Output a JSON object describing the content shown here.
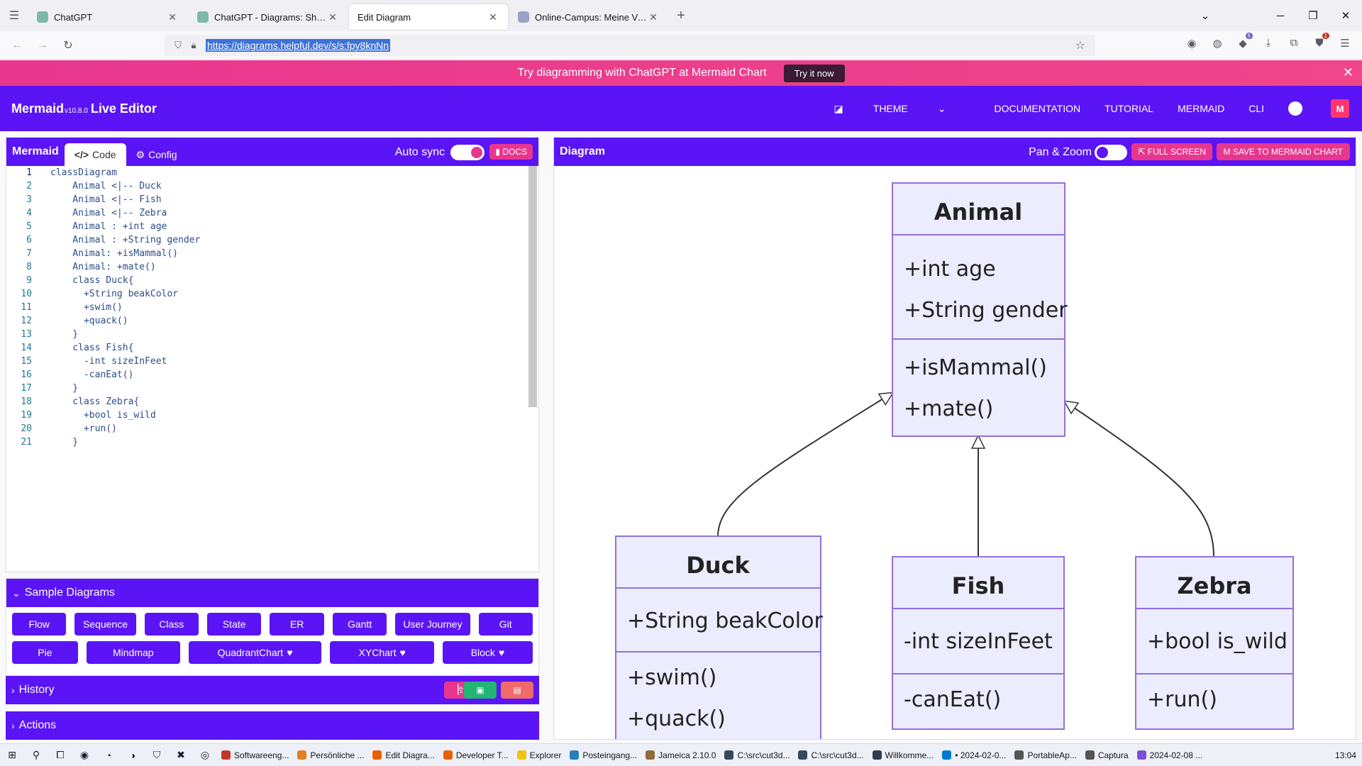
{
  "browser": {
    "tabs": [
      {
        "title": "ChatGPT",
        "color": "#7fb8a8",
        "active": false
      },
      {
        "title": "ChatGPT - Diagrams: Show Me",
        "color": "#7fb8a8",
        "active": false
      },
      {
        "title": "Edit Diagram",
        "color": "#ff3670",
        "active": true
      },
      {
        "title": "Online-Campus: Meine Veranst",
        "color": "#9aa3c7",
        "active": false
      }
    ],
    "url": "https://diagrams.helpful.dev/s/s:fpy8knNn",
    "badges": {
      "ext1": "6",
      "ext2": "1"
    }
  },
  "promo": {
    "text": "Try diagramming with ChatGPT at Mermaid Chart",
    "cta": "Try it now"
  },
  "header": {
    "brand": "Mermaid",
    "version": "v10.8.0",
    "subtitle": "Live Editor",
    "nav": {
      "theme": "THEME",
      "documentation": "DOCUMENTATION",
      "tutorial": "TUTORIAL",
      "mermaid": "MERMAID",
      "cli": "CLI"
    },
    "logo_letter": "M"
  },
  "editor": {
    "title": "Mermaid",
    "tab_code": "Code",
    "tab_config": "Config",
    "autosync_label": "Auto sync",
    "docs_label": "DOCS",
    "lines": [
      "classDiagram",
      "    Animal <|-- Duck",
      "    Animal <|-- Fish",
      "    Animal <|-- Zebra",
      "    Animal : +int age",
      "    Animal : +String gender",
      "    Animal: +isMammal()",
      "    Animal: +mate()",
      "    class Duck{",
      "      +String beakColor",
      "      +swim()",
      "      +quack()",
      "    }",
      "    class Fish{",
      "      -int sizeInFeet",
      "      -canEat()",
      "    }",
      "    class Zebra{",
      "      +bool is_wild",
      "      +run()",
      "    }"
    ]
  },
  "samples": {
    "title": "Sample Diagrams",
    "row1": [
      "Flow",
      "Sequence",
      "Class",
      "State",
      "ER",
      "Gantt",
      "User Journey",
      "Git"
    ],
    "row2": [
      "Pie",
      "Mindmap",
      "QuadrantChart",
      "XYChart",
      "Block"
    ]
  },
  "history": {
    "title": "History"
  },
  "actions": {
    "title": "Actions"
  },
  "diagram": {
    "title": "Diagram",
    "panzoom_label": "Pan & Zoom",
    "fullscreen_label": "FULL SCREEN",
    "save_label": "SAVE TO MERMAID CHART",
    "classes": {
      "animal": {
        "name": "Animal",
        "attrs": [
          "+int age",
          "+String gender"
        ],
        "methods": [
          "+isMammal()",
          "+mate()"
        ]
      },
      "duck": {
        "name": "Duck",
        "attrs": [
          "+String beakColor"
        ],
        "methods": [
          "+swim()",
          "+quack()"
        ]
      },
      "fish": {
        "name": "Fish",
        "attrs": [
          "-int sizeInFeet"
        ],
        "methods": [
          "-canEat()"
        ]
      },
      "zebra": {
        "name": "Zebra",
        "attrs": [
          "+bool is_wild"
        ],
        "methods": [
          "+run()"
        ]
      }
    },
    "colors": {
      "fill": "#ececff",
      "stroke": "#9370db"
    }
  },
  "taskbar": {
    "items": [
      "Softwareeng...",
      "Persönliche ...",
      "Edit Diagra...",
      "Developer T...",
      "Explorer",
      "Posteingang...",
      "Jameica 2.10.0",
      "C:\\src\\cut3d...",
      "C:\\src\\cut3d...",
      "Willkomme...",
      "• 2024-02-0...",
      "PortableAp...",
      "Captura",
      "2024-02-08 ..."
    ],
    "clock": "13:04"
  },
  "colors": {
    "mermaid_purple": "#5a14f5",
    "accent_pink": "#e8368f"
  }
}
